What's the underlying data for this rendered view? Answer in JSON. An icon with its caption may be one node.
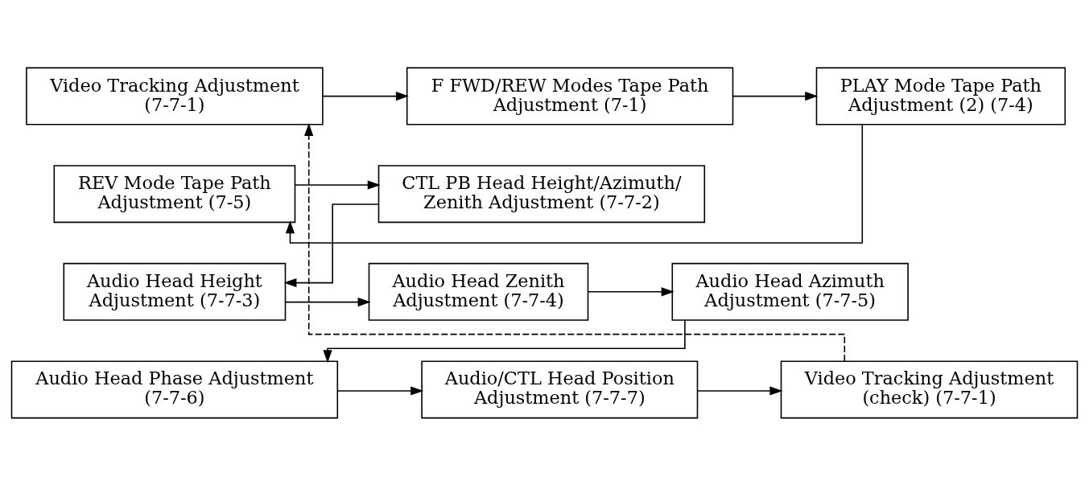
{
  "diagram": {
    "nodes": [
      {
        "text": [
          "Video Tracking Adjustment (7-7-1)"
        ]
      },
      {
        "text": [
          "F FWD/REW Modes Tape Path Adjustment (7-1)"
        ]
      },
      {
        "text": [
          "PLAY Mode Tape Path Adjustment (2) (7-4)"
        ]
      },
      {
        "text": [
          "REV Mode Tape Path Adjustment (7-5)"
        ]
      },
      {
        "text": [
          "CTL PB Head Height/Azimuth/ Zenith Adjustment (7-7-2)"
        ]
      },
      {
        "text": [
          "Audio Head Height Adjustment (7-7-3)"
        ]
      },
      {
        "text": [
          "Audio Head Zenith Adjustment (7-7-4)"
        ]
      },
      {
        "text": [
          "Audio Head Azimuth Adjustment (7-7-5)"
        ]
      },
      {
        "text": [
          "Audio Head Phase Adjustment (7-7-6)"
        ]
      },
      {
        "text": [
          "Audio/CTL Head Position Adjustment (7-7-7)"
        ]
      },
      {
        "text": [
          "Video Tracking Adjustment (check) (7-7-1)"
        ]
      }
    ],
    "edges": [
      {
        "from": 0,
        "to": 1,
        "arrow": "to"
      },
      {
        "from": 1,
        "to": 2,
        "arrow": "to"
      },
      {
        "from": 2,
        "to": 3,
        "arrow": "to"
      },
      {
        "from": 3,
        "to": 4,
        "arrow": "to"
      },
      {
        "from": 4,
        "to": 5,
        "arrow": "to"
      },
      {
        "from": 5,
        "to": 6,
        "arrow": "to"
      },
      {
        "from": 6,
        "to": 7,
        "arrow": "to"
      },
      {
        "from": 7,
        "to": 8,
        "arrow": "to"
      },
      {
        "from": 8,
        "to": 9,
        "arrow": "to"
      },
      {
        "from": 9,
        "to": 10,
        "arrow": "to"
      },
      {
        "from": 10,
        "to": 0,
        "arrow": "to",
        "style": "dashed"
      }
    ]
  }
}
